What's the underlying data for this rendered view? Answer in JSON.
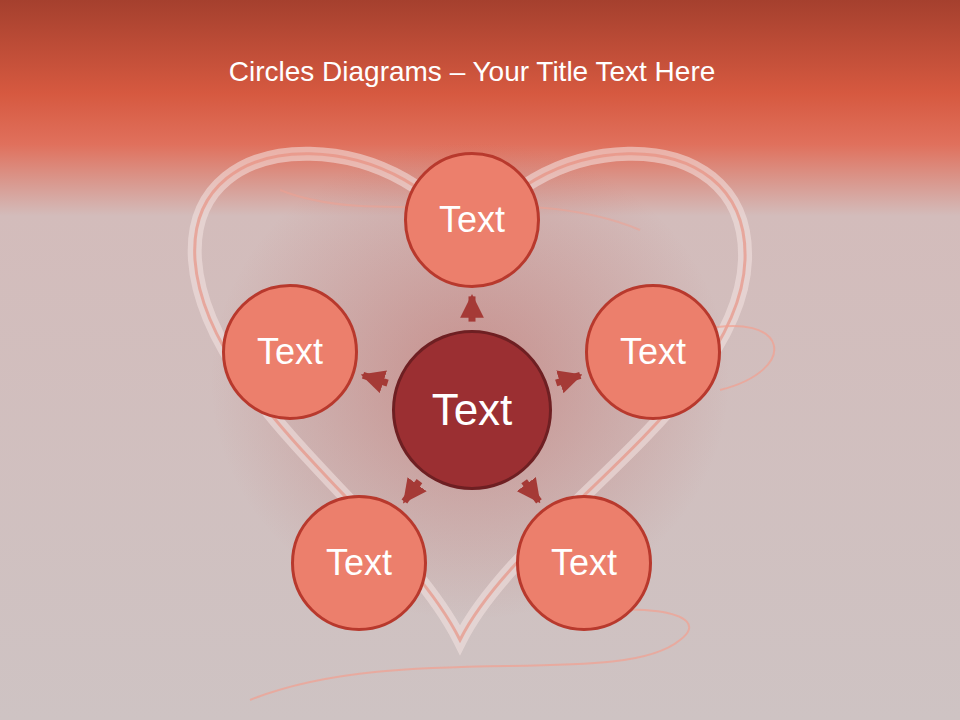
{
  "diagram": {
    "title": "Circles Diagrams – Your Title Text Here",
    "nodes": [
      {
        "text": [
          "Text"
        ]
      },
      {
        "text": [
          "Text"
        ]
      },
      {
        "text": [
          "Text"
        ]
      },
      {
        "text": [
          "Text"
        ]
      },
      {
        "text": [
          "Text"
        ]
      },
      {
        "text": [
          "Text"
        ]
      }
    ],
    "edges": [
      {
        "from": 0,
        "to": 1,
        "arrow": "to"
      },
      {
        "from": 0,
        "to": 2,
        "arrow": "to"
      },
      {
        "from": 0,
        "to": 3,
        "arrow": "to"
      },
      {
        "from": 0,
        "to": 4,
        "arrow": "to"
      },
      {
        "from": 0,
        "to": 5,
        "arrow": "to"
      }
    ]
  }
}
